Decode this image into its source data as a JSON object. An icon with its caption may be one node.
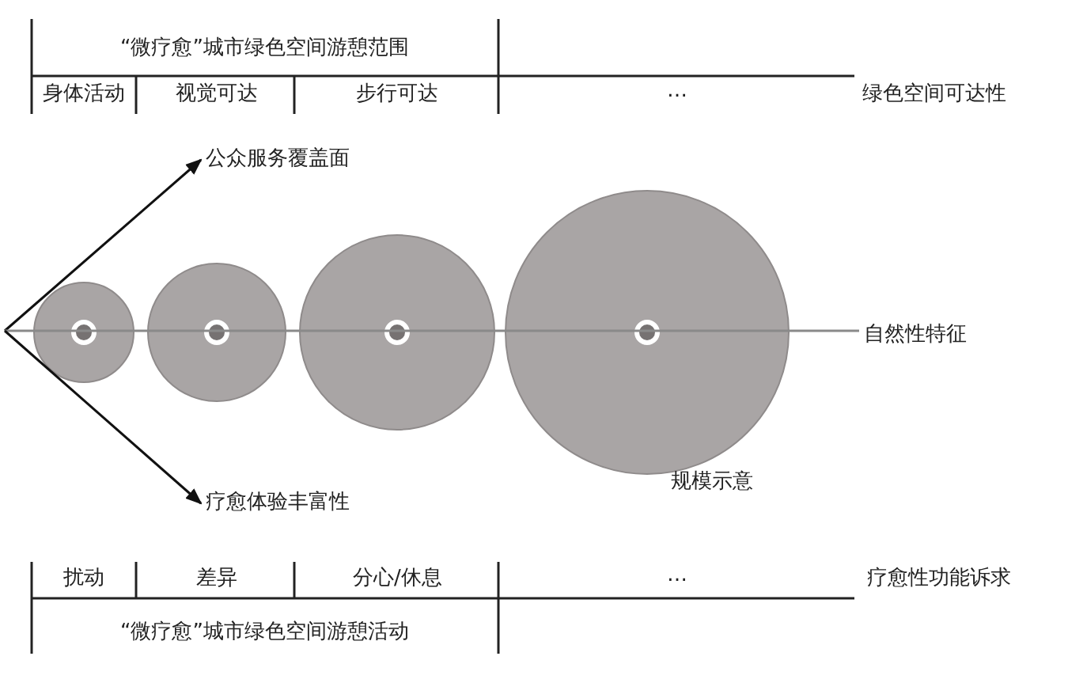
{
  "diagram": {
    "nodes": [
      {
        "text": [
          "公众服务覆盖面"
        ]
      },
      {
        "text": [],
        "shape": "circle"
      },
      {
        "text": [],
        "shape": "circle"
      },
      {
        "text": [],
        "shape": "circle"
      },
      {
        "text": [],
        "shape": "circle"
      },
      {
        "text": [
          "自然性特征"
        ]
      },
      {
        "text": [
          "疗愈体验丰富性"
        ]
      }
    ],
    "edges": [
      {
        "from": null,
        "to": 0,
        "arrow": "to"
      },
      {
        "from": null,
        "to": 5,
        "arrow": "none",
        "color": "#8a8a8a"
      },
      {
        "from": null,
        "to": 6,
        "arrow": "to"
      }
    ],
    "labels": [
      "“微疗愈”城市绿色空间游憩范围",
      "身体活动",
      "视觉可达",
      "步行可达",
      "…",
      "绿色空间可达性",
      "规模示意",
      "扰动",
      "差异",
      "分心/休息",
      "…",
      "疗愈性功能诉求",
      "“微疗愈”城市绿色空间游憩活动"
    ]
  }
}
